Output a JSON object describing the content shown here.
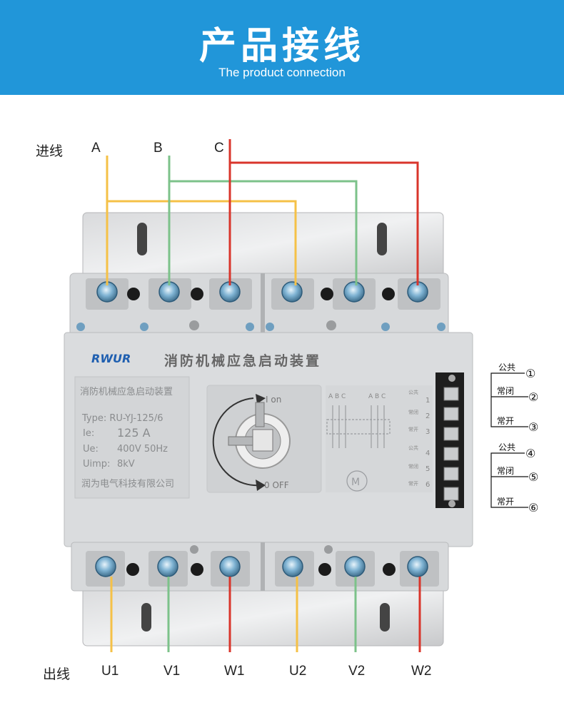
{
  "header": {
    "title": "产品接线",
    "subtitle": "The product connection"
  },
  "inputs": {
    "label": "进线",
    "phases": [
      "A",
      "B",
      "C"
    ]
  },
  "outputs": {
    "label": "出线",
    "terminals": [
      "U1",
      "V1",
      "W1",
      "U2",
      "V2",
      "W2"
    ]
  },
  "device": {
    "brand": "RWUR",
    "name": "消防机械应急启动装置",
    "plate": {
      "title": "消防机械应急启动装置",
      "type": "Type:  RU-YJ-125/6",
      "ie_label": "Ie:",
      "ie_value": "125 A",
      "ue_label": "Ue:",
      "ue_value": "400V 50Hz",
      "uimp_label": "Uimp:",
      "uimp_value": "8kV",
      "company": "润为电气科技有限公司"
    },
    "switch_on": "I on",
    "switch_off": "0 OFF",
    "motor": "M",
    "schematic_left": "A B C",
    "schematic_right": "A B C",
    "aux_labels": [
      "公共",
      "常闭",
      "常开",
      "公共",
      "常闭",
      "常开"
    ],
    "aux_numbers": [
      "1",
      "2",
      "3",
      "4",
      "5",
      "6"
    ]
  },
  "aux_contacts": [
    {
      "label": "公共",
      "number": "①"
    },
    {
      "label": "常闭",
      "number": "②"
    },
    {
      "label": "常开",
      "number": "③"
    },
    {
      "label": "公共",
      "number": "④"
    },
    {
      "label": "常闭",
      "number": "⑤"
    },
    {
      "label": "常开",
      "number": "⑥"
    }
  ],
  "colors": {
    "banner": "#2196d9",
    "phase_a": "#f5c147",
    "phase_b": "#7cc28a",
    "phase_c": "#d9352b"
  }
}
